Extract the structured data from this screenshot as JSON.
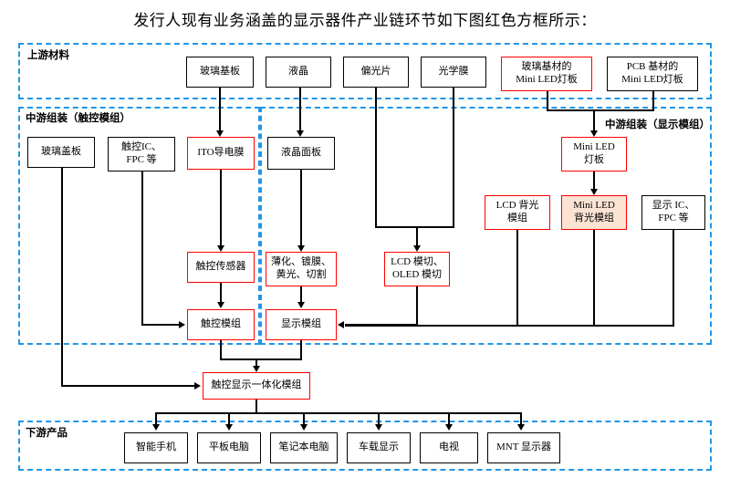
{
  "title": "发行人现有业务涵盖的显示器件产业链环节如下图红色方框所示：",
  "colors": {
    "zone_border": "#2196e8",
    "highlight_border": "#ff0000",
    "normal_border": "#000000",
    "fill_accent": "#fbe3d4"
  },
  "zones": [
    {
      "id": "upstream",
      "label": "上游材料"
    },
    {
      "id": "mid_touch",
      "label": "中游组装（触控模组）"
    },
    {
      "id": "mid_display",
      "label": "中游组装（显示模组）"
    },
    {
      "id": "downstream",
      "label": "下游产品"
    }
  ],
  "nodes": {
    "glass_substrate": {
      "label": "玻璃基板",
      "highlight": false
    },
    "liquid_crystal": {
      "label": "液晶",
      "highlight": false
    },
    "polarizer": {
      "label": "偏光片",
      "highlight": false
    },
    "optical_film": {
      "label": "光学膜",
      "highlight": false
    },
    "glass_mini_led": {
      "line1": "玻璃基材的",
      "line2": "Mini LED灯板",
      "highlight": true
    },
    "pcb_mini_led": {
      "line1": "PCB 基材的",
      "line2": "Mini LED灯板",
      "highlight": false
    },
    "cover_glass": {
      "label": "玻璃盖板",
      "highlight": false
    },
    "touch_ic": {
      "line1": "触控IC、",
      "line2": "FPC 等",
      "highlight": false
    },
    "ito_film": {
      "label": "ITO导电膜",
      "highlight": true
    },
    "lcd_panel": {
      "label": "液晶面板",
      "highlight": false
    },
    "mini_led_board": {
      "line1": "Mini LED",
      "line2": "灯板",
      "highlight": true
    },
    "lcd_backlight": {
      "line1": "LCD 背光",
      "line2": "模组",
      "highlight": true
    },
    "mini_led_backlight": {
      "line1": "Mini LED",
      "line2": "背光模组",
      "highlight": true,
      "filled": true
    },
    "display_ic": {
      "line1": "显示 IC、",
      "line2": "FPC 等",
      "highlight": false
    },
    "touch_sensor": {
      "label": "触控传感器",
      "highlight": true
    },
    "thinning": {
      "line1": "薄化、镀膜、",
      "line2": "黄光、切割",
      "highlight": true
    },
    "lcd_cutting": {
      "line1": "LCD 模切、",
      "line2": "OLED 模切",
      "highlight": true
    },
    "touch_module": {
      "label": "触控模组",
      "highlight": true
    },
    "display_module": {
      "label": "显示模组",
      "highlight": true
    },
    "integrated_module": {
      "label": "触控显示一体化模组",
      "highlight": true
    }
  },
  "downstream_products": [
    {
      "label": "智能手机"
    },
    {
      "label": "平板电脑"
    },
    {
      "label": "笔记本电脑"
    },
    {
      "label": "车载显示"
    },
    {
      "label": "电视"
    },
    {
      "label": "MNT 显示器"
    }
  ]
}
